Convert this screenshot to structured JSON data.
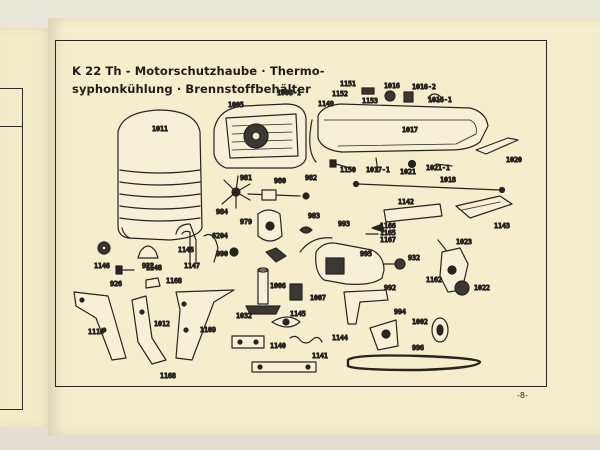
{
  "document": {
    "title_line1": "K 22 Th - Motorschutzhaube · Thermo-",
    "title_line2": "syphonkühlung · Brennstoffbehälter",
    "page_number_mark": "-8-"
  },
  "part_labels": {
    "p1011": "1011",
    "p1005": "1005",
    "p1008_1": "1008-1",
    "p1149": "1149",
    "p1151": "1151",
    "p1152": "1152",
    "p1153": "1153",
    "p1016": "1016",
    "p1016_2": "1016-2",
    "p1016_1": "1016-1",
    "p1017": "1017",
    "p1020": "1020",
    "p981": "981",
    "p980": "980",
    "p982": "982",
    "p1150": "1150",
    "p1017_1": "1017-1",
    "p1021": "1021",
    "p1021_1": "1021-1",
    "p1018": "1018",
    "p984": "984",
    "p979": "979",
    "p983": "983",
    "p6204": "6204",
    "p993": "993",
    "p1142": "1142",
    "p1143": "1143",
    "p1166": "1166",
    "p1165": "1165",
    "p1167": "1167",
    "p1023": "1023",
    "p1146": "1146",
    "p922": "922",
    "p1147": "1147",
    "p990": "990",
    "p995": "995",
    "p932": "932",
    "p1148": "1148",
    "p926": "926",
    "p1168a": "1168",
    "p1006": "1006",
    "p1007": "1007",
    "p992": "992",
    "p1162": "1162",
    "p1022": "1022",
    "p1110": "1110",
    "p1012": "1012",
    "p1109": "1109",
    "p1032": "1032",
    "p1145": "1145",
    "p994": "994",
    "p1002": "1002",
    "p1140": "1140",
    "p1144": "1144",
    "p996": "996",
    "p1141": "1141",
    "p1168b": "1168"
  }
}
